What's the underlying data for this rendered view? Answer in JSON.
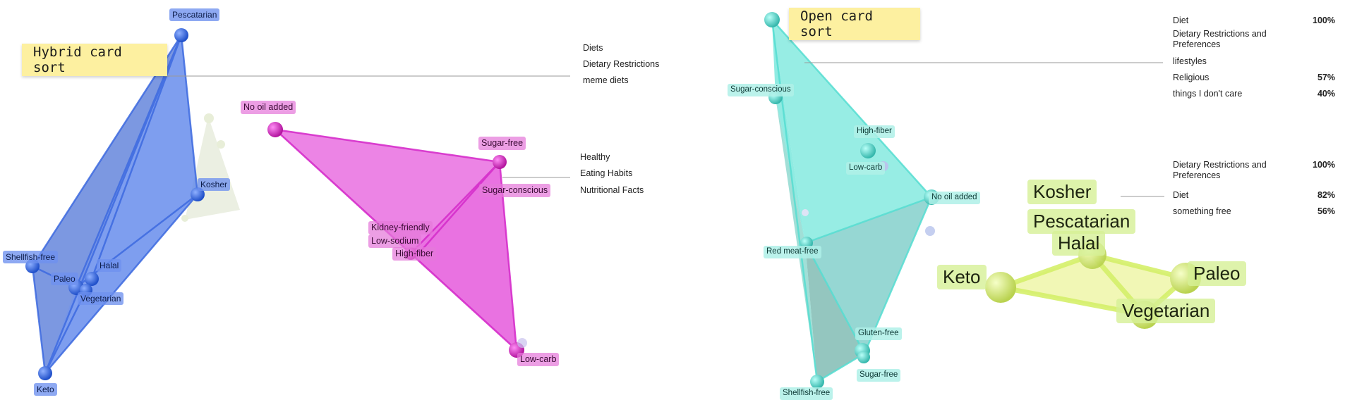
{
  "hybrid": {
    "title": "Hybrid card sort",
    "categories_group1": [
      "Diets",
      "Dietary Restrictions",
      "meme diets"
    ],
    "categories_group2": [
      "Healthy",
      "Eating Habits",
      "Nutritional Facts"
    ],
    "blue_cards": [
      "Pescatarian",
      "Kosher",
      "Shellfish-free",
      "Halal",
      "Paleo",
      "Vegetarian",
      "Keto"
    ],
    "magenta_cards": [
      "No oil added",
      "Sugar-free",
      "Sugar-conscious",
      "Kidney-friendly",
      "Low-sodium",
      "High-fiber",
      "Low-carb"
    ]
  },
  "open": {
    "title": "Open card sort",
    "group1": [
      {
        "label": "Diet",
        "pct": "100%"
      },
      {
        "label": "Dietary Restrictions and Preferences",
        "pct": ""
      },
      {
        "label": "lifestyles",
        "pct": ""
      },
      {
        "label": "Religious",
        "pct": "57%"
      },
      {
        "label": "things I don't care",
        "pct": "40%"
      }
    ],
    "group2": [
      {
        "label": "Dietary Restrictions and Preferences",
        "pct": "100%"
      },
      {
        "label": "Diet",
        "pct": "82%"
      },
      {
        "label": "something free",
        "pct": "56%"
      }
    ],
    "cyan_cards": [
      "Sugar-conscious",
      "High-fiber",
      "Low-carb",
      "No oil added",
      "Red meat-free",
      "Gluten-free",
      "Sugar-free",
      "Shellfish-free"
    ],
    "green_cards": [
      "Kosher",
      "Pescatarian",
      "Halal",
      "Keto",
      "Paleo",
      "Vegetarian"
    ]
  },
  "colors": {
    "blue": "#5a83ea",
    "magenta": "#e34ad9",
    "cyan": "#5fe3d6",
    "green": "#d8ef7a",
    "sticky": "#fdf0a0"
  }
}
